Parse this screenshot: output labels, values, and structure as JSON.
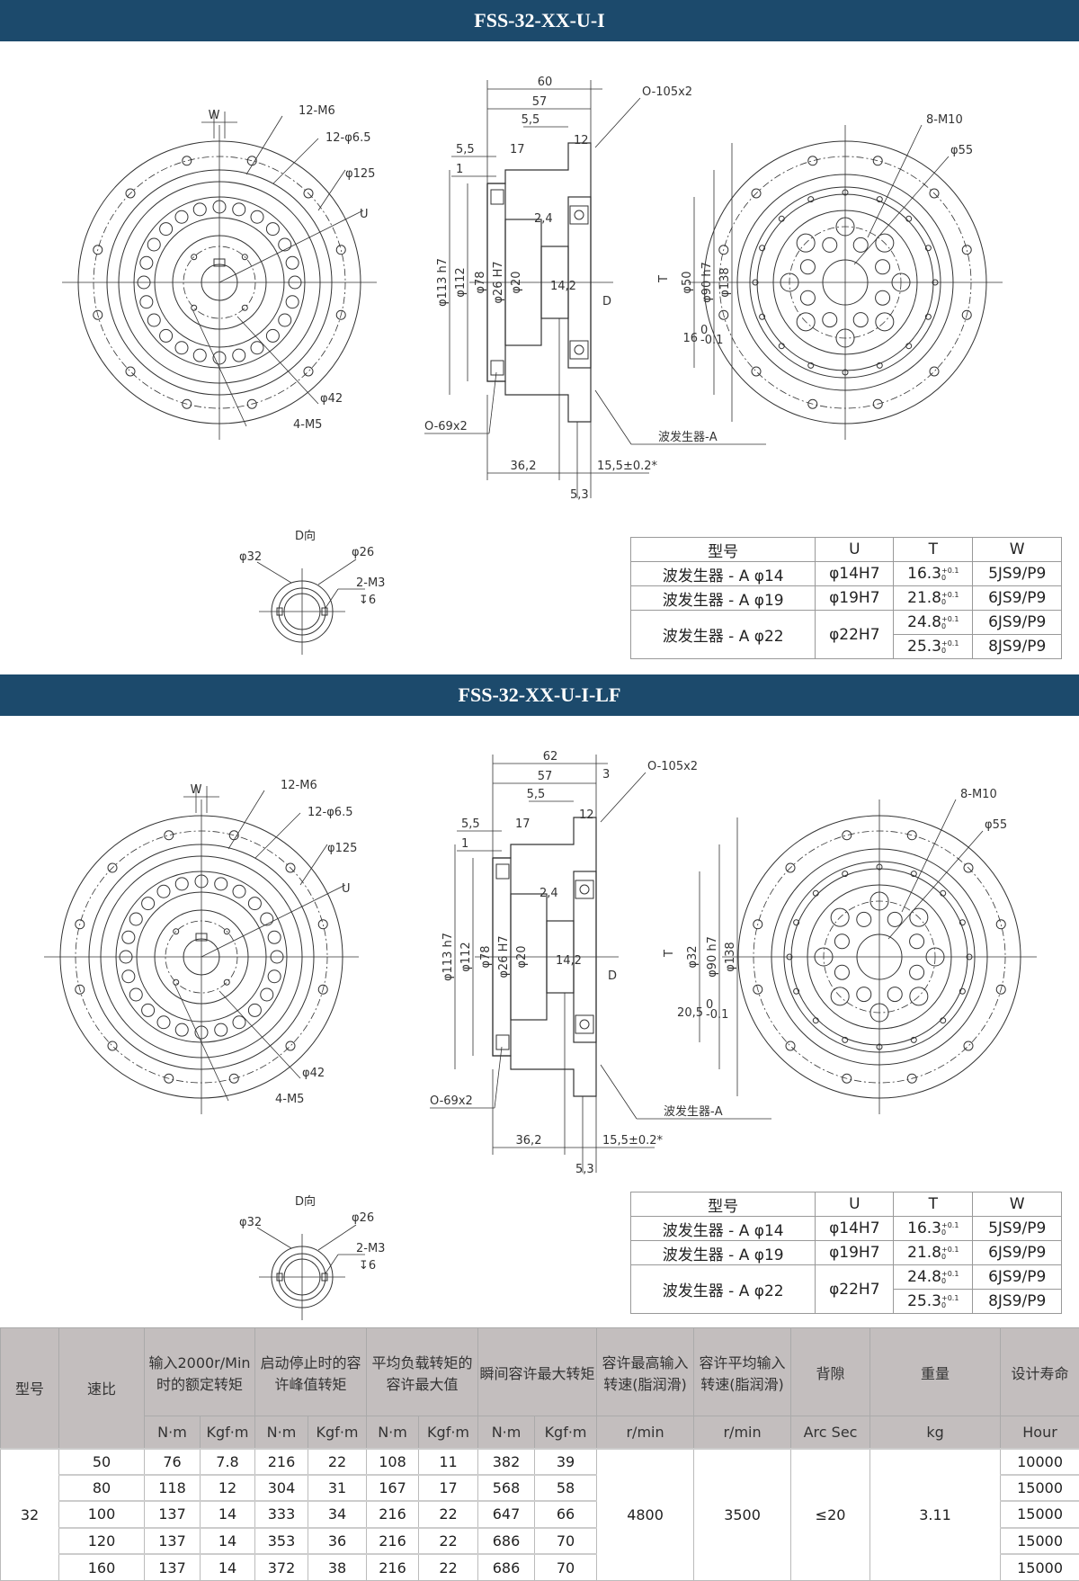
{
  "sections": [
    {
      "title": "FSS-32-XX-U-I",
      "front": {
        "w": "W",
        "m6": "12-M6",
        "hole": "12-φ6.5",
        "d125": "φ125",
        "u": "U",
        "d42": "φ42",
        "m5": "4-M5"
      },
      "side": {
        "l60": "60",
        "l57": "57",
        "l55a": "5,5",
        "l55b": "5,5",
        "l17": "17",
        "l12": "12",
        "l3": "",
        "oring1": "O-105x2",
        "l1": "1",
        "l24": "2,4",
        "d113": "φ113 h7",
        "d112": "φ112",
        "d78": "φ78",
        "d26": "φ26 H7",
        "d20": "φ20",
        "l142": "14,2",
        "d": "D",
        "t": "T",
        "d50": "φ50",
        "d90": "φ90 h7",
        "d138": "φ138",
        "tol": "16",
        "tolsup": "0",
        "tolsub": "-0.1",
        "oring2": "O-69x2",
        "wg": "波发生器-A",
        "l362": "36,2",
        "l155": "15,5±0.2*",
        "l53": "5,3"
      },
      "rear": {
        "m10": "8-M10",
        "d55": "φ55"
      },
      "dview": {
        "title": "D向",
        "d32": "φ32",
        "d26": "φ26",
        "m3": "2-M3",
        "depth": "↧6"
      }
    },
    {
      "title": "FSS-32-XX-U-I-LF",
      "front": {
        "w": "W",
        "m6": "12-M6",
        "hole": "12-φ6.5",
        "d125": "φ125",
        "u": "U",
        "d42": "φ42",
        "m5": "4-M5"
      },
      "side": {
        "l60": "62",
        "l57": "57",
        "l55a": "5,5",
        "l55b": "5,5",
        "l17": "17",
        "l12": "12",
        "l3": "3",
        "oring1": "O-105x2",
        "l1": "1",
        "l24": "2,4",
        "d113": "φ113 h7",
        "d112": "φ112",
        "d78": "φ78",
        "d26": "φ26 H7",
        "d20": "φ20",
        "l142": "14,2",
        "d": "D",
        "t": "T",
        "d50": "φ32",
        "d90": "φ90 h7",
        "d138": "φ138",
        "tol": "20,5",
        "tolsup": "0",
        "tolsub": "-0.1",
        "oring2": "O-69x2",
        "wg": "波发生器-A",
        "l362": "36,2",
        "l155": "15,5±0.2*",
        "l53": "5,3"
      },
      "rear": {
        "m10": "8-M10",
        "d55": "φ55"
      },
      "dview": {
        "title": "D向",
        "d32": "φ32",
        "d26": "φ26",
        "m3": "2-M3",
        "depth": "↧6"
      }
    }
  ],
  "spec_table": {
    "headers": [
      "型号",
      "U",
      "T",
      "W"
    ],
    "rows": [
      {
        "model": "波发生器 - A φ14",
        "u": "φ14H7",
        "t": "16.3",
        "tup": "+0.1",
        "tlo": "0",
        "w": "5JS9/P9"
      },
      {
        "model": "波发生器 - A φ19",
        "u": "φ19H7",
        "t": "21.8",
        "tup": "+0.1",
        "tlo": "0",
        "w": "6JS9/P9"
      },
      {
        "model": "波发生器 - A φ22",
        "u": "φ22H7",
        "t": "24.8",
        "tup": "+0.1",
        "tlo": "0",
        "w": "6JS9/P9"
      },
      {
        "model": "",
        "u": "",
        "t": "25.3",
        "tup": "+0.1",
        "tlo": "0",
        "w": "8JS9/P9"
      }
    ]
  },
  "main_table": {
    "headers": [
      "型号",
      "速比",
      "输入2000r/Min时的额定转矩",
      "启动停止时的容许峰值转矩",
      "平均负载转矩的容许最大值",
      "瞬间容许最大转矩",
      "容许最高输入转速(脂润滑)",
      "容许平均输入转速(脂润滑)",
      "背隙",
      "重量",
      "设计寿命"
    ],
    "units": [
      "N·m",
      "Kgf·m",
      "N·m",
      "Kgf·m",
      "N·m",
      "Kgf·m",
      "N·m",
      "Kgf·m",
      "r/min",
      "r/min",
      "Arc Sec",
      "kg",
      "Hour"
    ],
    "model": "32",
    "max_speed": "4800",
    "avg_speed": "3500",
    "backlash": "≤20",
    "weight": "3.11",
    "rows": [
      [
        "50",
        "76",
        "7.8",
        "216",
        "22",
        "108",
        "11",
        "382",
        "39",
        "10000"
      ],
      [
        "80",
        "118",
        "12",
        "304",
        "31",
        "167",
        "17",
        "568",
        "58",
        "15000"
      ],
      [
        "100",
        "137",
        "14",
        "333",
        "34",
        "216",
        "22",
        "647",
        "66",
        "15000"
      ],
      [
        "120",
        "137",
        "14",
        "353",
        "36",
        "216",
        "22",
        "686",
        "70",
        "15000"
      ],
      [
        "160",
        "137",
        "14",
        "372",
        "38",
        "216",
        "22",
        "686",
        "70",
        "15000"
      ]
    ]
  },
  "colors": {
    "header_bar": "#1c4a6c",
    "table_header": "#c3bebe"
  }
}
